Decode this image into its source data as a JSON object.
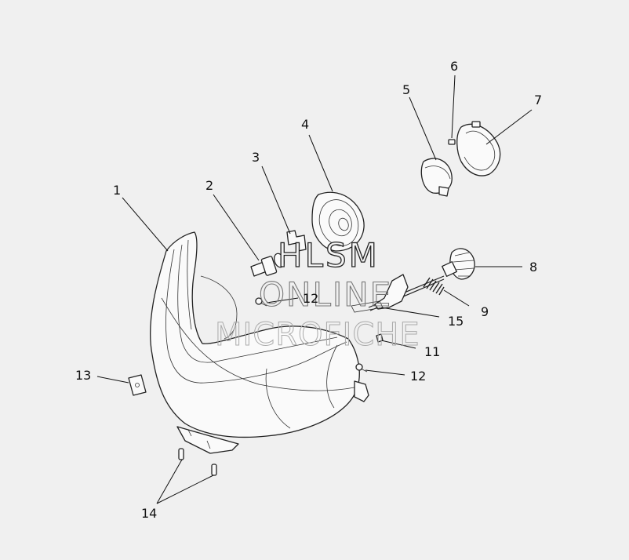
{
  "callouts": {
    "c1": "1",
    "c2": "2",
    "c3": "3",
    "c4": "4",
    "c5": "5",
    "c6": "6",
    "c7": "7",
    "c8": "8",
    "c9": "9",
    "c11": "11",
    "c12a": "12",
    "c12b": "12",
    "c13": "13",
    "c14": "14",
    "c15": "15"
  },
  "watermark": {
    "line1": "HLSM",
    "line2": "ONLINE",
    "line3": "MICROFICHE"
  }
}
